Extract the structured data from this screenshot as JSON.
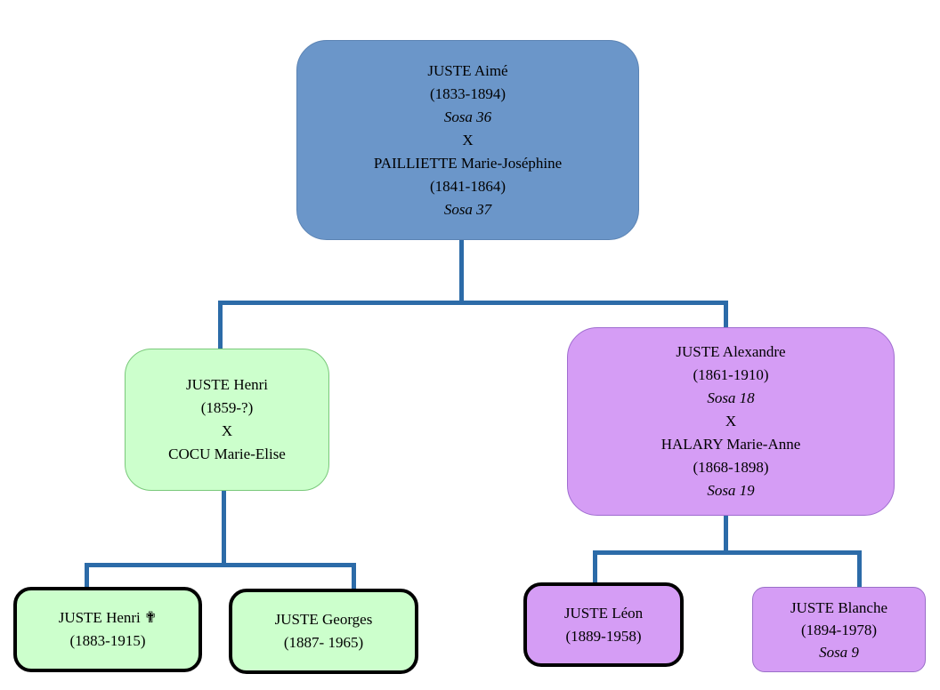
{
  "diagram": {
    "type": "family-tree",
    "colors": {
      "root_box": "#6b96c9",
      "green_branch": "#ccffcc",
      "purple_branch": "#d59df5",
      "connector_line": "#2c6ba8",
      "highlight_border": "#000000"
    }
  },
  "nodes": {
    "aime": {
      "lines": [
        "JUSTE Aimé",
        "(1833-1894)",
        "Sosa 36",
        "X",
        "PAILLIETTE Marie-Joséphine",
        "(1841-1864)",
        "Sosa 37"
      ]
    },
    "henri": {
      "lines": [
        "JUSTE Henri",
        "(1859-?)",
        "X",
        "COCU Marie-Elise"
      ]
    },
    "alexandre": {
      "lines": [
        "JUSTE Alexandre",
        "(1861-1910)",
        "Sosa 18",
        "X",
        "HALARY Marie-Anne",
        "(1868-1898)",
        "Sosa 19"
      ]
    },
    "henri2": {
      "lines": [
        "JUSTE Henri ✟",
        "(1883-1915)"
      ]
    },
    "georges": {
      "lines": [
        "JUSTE Georges",
        "(1887- 1965)"
      ]
    },
    "leon": {
      "lines": [
        "JUSTE Léon",
        "(1889-1958)"
      ]
    },
    "blanche": {
      "lines": [
        "JUSTE Blanche",
        "(1894-1978)",
        "Sosa 9"
      ]
    }
  }
}
